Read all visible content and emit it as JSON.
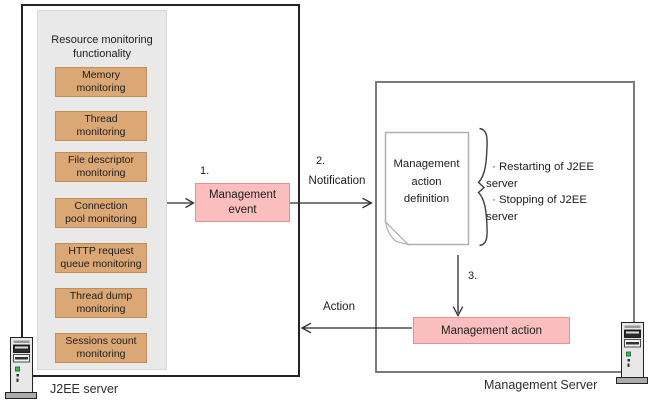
{
  "j2ee_server": {
    "label": "J2EE server",
    "panel": {
      "title": "Resource monitoring\nfunctionality",
      "monitors": [
        "Memory\nmonitoring",
        "Thread\nmonitoring",
        "File descriptor\nmonitoring",
        "Connection\npool monitoring",
        "HTTP request\nqueue monitoring",
        "Thread dump\nmonitoring",
        "Sessions count\nmonitoring"
      ]
    },
    "event_box": {
      "step": "1.",
      "label": "Management\nevent"
    }
  },
  "flow": {
    "notification_step": "2.",
    "notification_label": "Notification",
    "action_label": "Action",
    "definition_step": "3."
  },
  "management_server": {
    "label": "Management Server",
    "definition_doc": "Management\naction\ndefinition",
    "actions": [
      "· Restarting of J2EE\nserver",
      "· Stopping of J2EE\nserver"
    ],
    "action_box": "Management action"
  },
  "colors": {
    "monitor_fill": "#dba875",
    "monitor_border": "#c18e57",
    "pink_fill": "#fbbebe",
    "pink_border": "#e89090",
    "panel_fill": "#e9e9e9",
    "j2ee_border": "#242424",
    "mgmt_border": "#7b7b7b",
    "led_green": "#35c24d"
  }
}
